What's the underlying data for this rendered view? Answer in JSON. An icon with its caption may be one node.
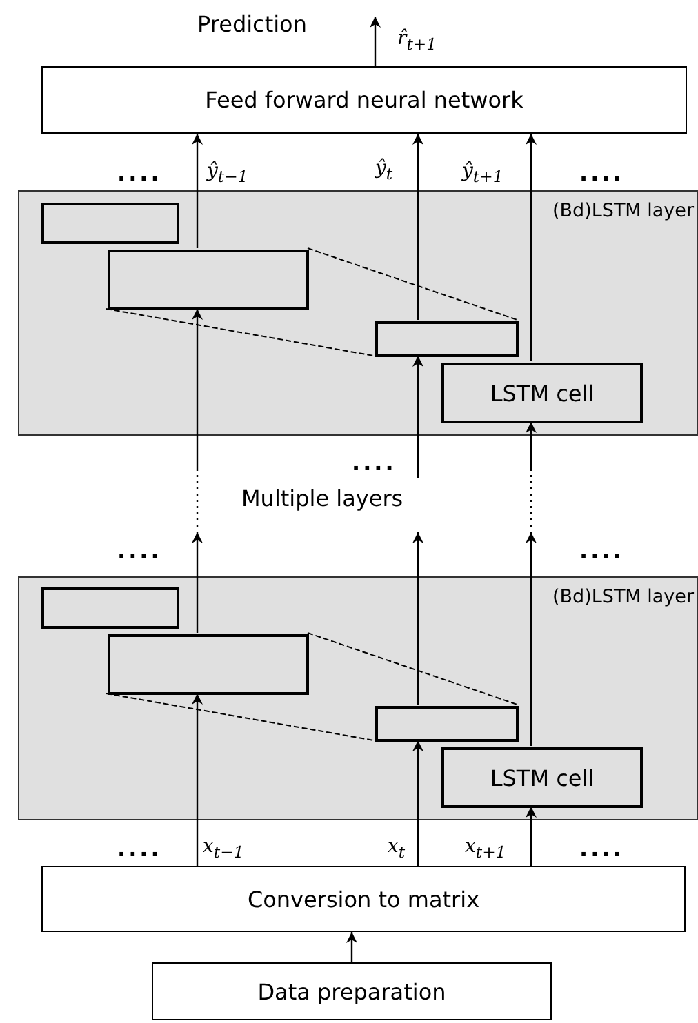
{
  "diagram": {
    "nodes": [
      {
        "text": [
          "Feed forward neural network"
        ]
      },
      {
        "text": [
          "(Bd)LSTM layer"
        ]
      },
      {
        "text": [],
        "shape": "box",
        "in": 1
      },
      {
        "text": [],
        "shape": "box",
        "in": 1
      },
      {
        "text": [],
        "shape": "box",
        "in": 1
      },
      {
        "text": [
          "LSTM cell"
        ],
        "in": 1
      },
      {
        "text": [
          "(Bd)LSTM layer"
        ]
      },
      {
        "text": [],
        "shape": "box",
        "in": 6
      },
      {
        "text": [],
        "shape": "box",
        "in": 6
      },
      {
        "text": [],
        "shape": "box",
        "in": 6
      },
      {
        "text": [
          "LSTM cell"
        ],
        "in": 6
      },
      {
        "text": [
          "Conversion to matrix"
        ]
      },
      {
        "text": [
          "Data preparation"
        ]
      }
    ],
    "edges": [
      {
        "from": 0,
        "to": null,
        "arrow": "to",
        "label": "r̂$_{t+1}$"
      },
      {
        "from": 3,
        "to": 0,
        "arrow": "to",
        "label": "ŷ$_{t−1}$"
      },
      {
        "from": 4,
        "to": 0,
        "arrow": "to",
        "label": "ŷ$_{t}$"
      },
      {
        "from": 5,
        "to": 0,
        "arrow": "to",
        "label": "ŷ$_{t+1}$"
      },
      {
        "from": 3,
        "to": 4,
        "arrow": "none",
        "style": "dashed"
      },
      {
        "from": 3,
        "to": 4,
        "arrow": "none",
        "style": "dashed"
      },
      {
        "from": null,
        "to": 3,
        "arrow": "to"
      },
      {
        "from": null,
        "to": 4,
        "arrow": "to"
      },
      {
        "from": null,
        "to": 5,
        "arrow": "to"
      },
      {
        "from": 8,
        "to": null,
        "arrow": "to"
      },
      {
        "from": 9,
        "to": null,
        "arrow": "to"
      },
      {
        "from": 10,
        "to": null,
        "arrow": "to"
      },
      {
        "from": 8,
        "to": 9,
        "arrow": "none",
        "style": "dashed"
      },
      {
        "from": 8,
        "to": 9,
        "arrow": "none",
        "style": "dashed"
      },
      {
        "from": 11,
        "to": 8,
        "arrow": "to",
        "label": "x$_{t−1}$"
      },
      {
        "from": 11,
        "to": 9,
        "arrow": "to",
        "label": "x$_{t}$"
      },
      {
        "from": 11,
        "to": 10,
        "arrow": "to",
        "label": "x$_{t+1}$"
      },
      {
        "from": 12,
        "to": 11,
        "arrow": "to"
      }
    ],
    "labels": [
      "Prediction",
      "....",
      "....",
      "....",
      "Multiple layers",
      "....",
      "....",
      "....",
      "...."
    ]
  }
}
